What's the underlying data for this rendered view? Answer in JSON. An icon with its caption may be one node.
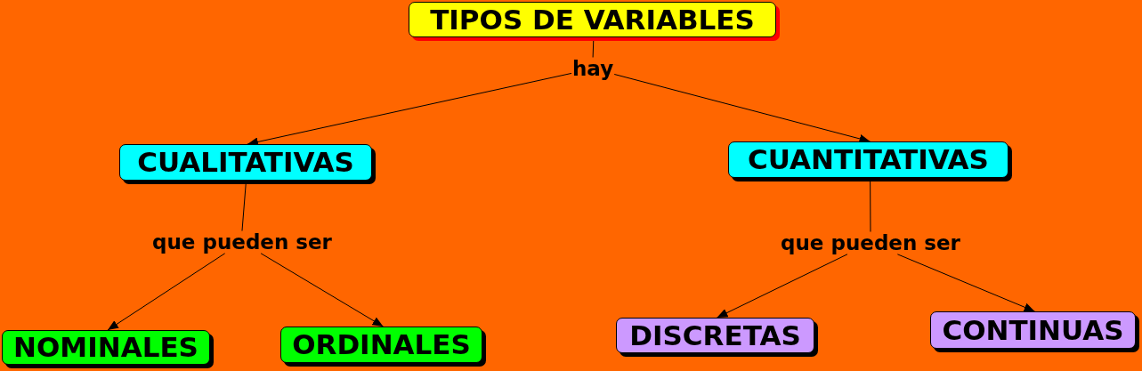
{
  "diagram": {
    "nodes": [
      {
        "text": [
          "TIPOS DE VARIABLES"
        ]
      },
      {
        "text": [
          "hay"
        ]
      },
      {
        "text": [
          "CUALITATIVAS"
        ]
      },
      {
        "text": [
          "CUANTITATIVAS"
        ]
      },
      {
        "text": [
          "que pueden ser"
        ]
      },
      {
        "text": [
          "que pueden ser"
        ]
      },
      {
        "text": [
          "NOMINALES"
        ]
      },
      {
        "text": [
          "ORDINALES"
        ]
      },
      {
        "text": [
          "DISCRETAS"
        ]
      },
      {
        "text": [
          "CONTINUAS"
        ]
      }
    ],
    "edges": [
      {
        "from": 0,
        "to": 1,
        "arrow": "none"
      },
      {
        "from": 1,
        "to": 2,
        "arrow": "to"
      },
      {
        "from": 1,
        "to": 3,
        "arrow": "to"
      },
      {
        "from": 2,
        "to": 4,
        "arrow": "none"
      },
      {
        "from": 3,
        "to": 5,
        "arrow": "none"
      },
      {
        "from": 4,
        "to": 6,
        "arrow": "to"
      },
      {
        "from": 4,
        "to": 7,
        "arrow": "to"
      },
      {
        "from": 5,
        "to": 8,
        "arrow": "to"
      },
      {
        "from": 5,
        "to": 9,
        "arrow": "to"
      }
    ]
  }
}
